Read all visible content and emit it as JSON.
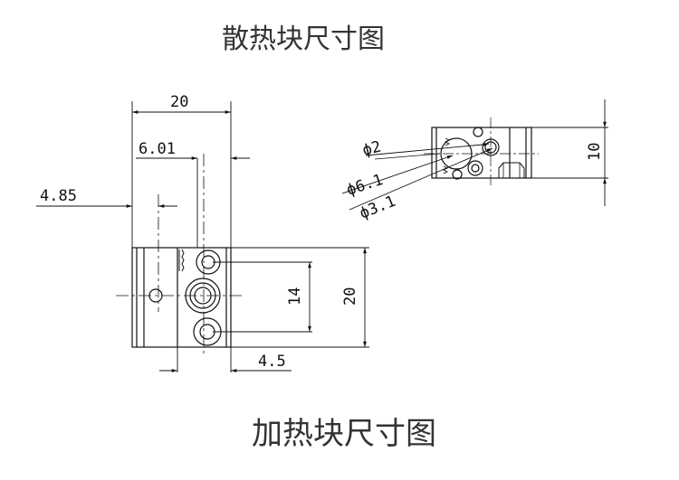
{
  "titles": {
    "top": "散热块尺寸图",
    "bottom": "加热块尺寸图"
  },
  "heater_block": {
    "dimensions": {
      "width": "20",
      "offset_top": "6.01",
      "offset_left": "4.85",
      "height": "20",
      "hole_spacing": "14",
      "bottom_offset": "4.5"
    }
  },
  "heatsink_block": {
    "dimensions": {
      "height": "10",
      "hole_small": "ϕ2",
      "hole_large": "ϕ6.1",
      "hole_medium": "ϕ3.1"
    }
  },
  "colors": {
    "line": "#111111",
    "title": "#333333",
    "background": "#ffffff"
  }
}
